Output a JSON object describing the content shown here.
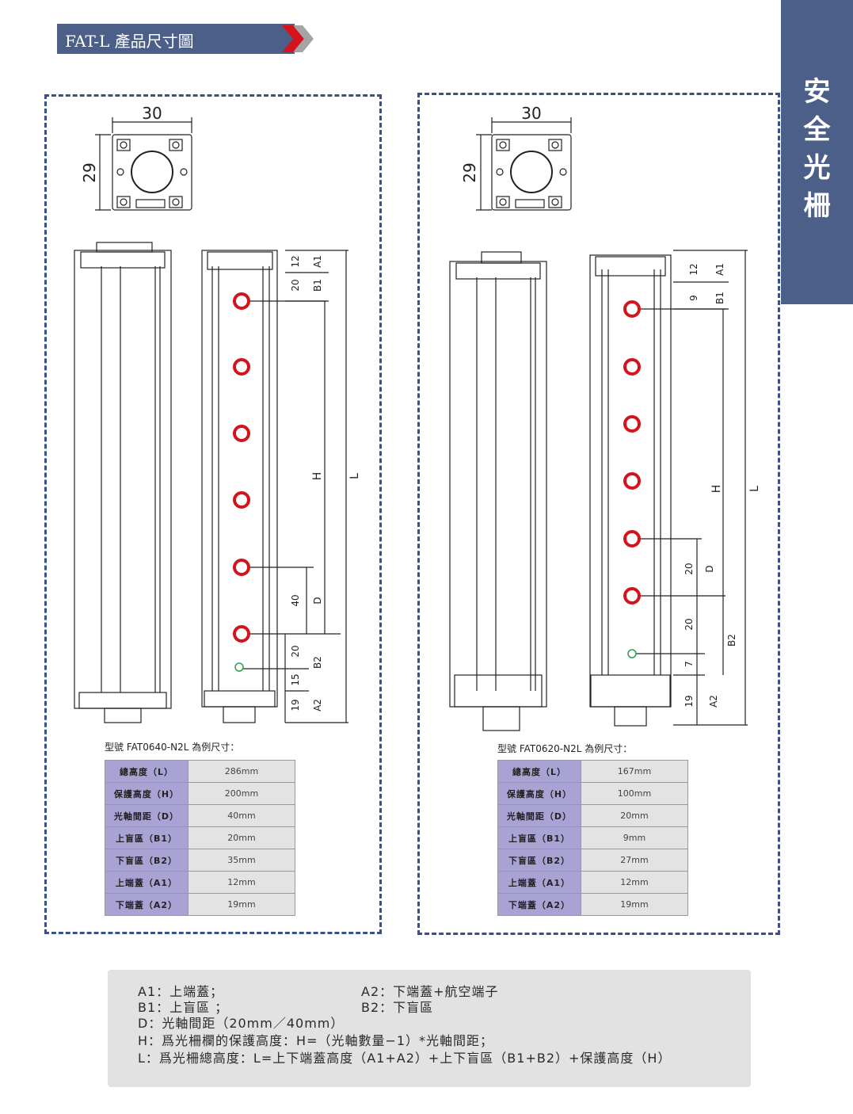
{
  "header": {
    "title": "FAT-L 產品尺寸圖"
  },
  "side_tab": {
    "chars": [
      "安",
      "全",
      "光",
      "柵"
    ]
  },
  "colors": {
    "brand_blue": "#4b5f88",
    "accent_red": "#d4141c",
    "key_cell": "#a9a3d4",
    "value_cell": "#e3e3e3",
    "emitter_red": "#d4141c",
    "sync_green": "#2e9e4a"
  },
  "left_panel": {
    "top_view": {
      "width_label": "30",
      "height_label": "29"
    },
    "dims": {
      "a1": "12",
      "b1_val": "20",
      "d_val": "40",
      "b2_val_1": "20",
      "b2_val_2": "15",
      "a2_val": "19",
      "lbl_A1": "A1",
      "lbl_B1": "B1",
      "lbl_H": "H",
      "lbl_L": "L",
      "lbl_D": "D",
      "lbl_B2": "B2",
      "lbl_A2": "A2"
    },
    "caption": "型號 FAT0640-N2L 為例尺寸：",
    "spec_rows": [
      {
        "label": "總高度（L）",
        "value": "286mm"
      },
      {
        "label": "保護高度（H）",
        "value": "200mm"
      },
      {
        "label": "光軸間距（D）",
        "value": "40mm"
      },
      {
        "label": "上盲區（B1）",
        "value": "20mm"
      },
      {
        "label": "下盲區（B2）",
        "value": "35mm"
      },
      {
        "label": "上端蓋（A1）",
        "value": "12mm"
      },
      {
        "label": "下端蓋（A2）",
        "value": "19mm"
      }
    ]
  },
  "right_panel": {
    "top_view": {
      "width_label": "30",
      "height_label": "29"
    },
    "dims": {
      "a1": "12",
      "b1_val": "9",
      "d_val": "20",
      "b2_val_1": "20",
      "b2_val_2": "7",
      "a2_val": "19",
      "lbl_A1": "A1",
      "lbl_B1": "B1",
      "lbl_H": "H",
      "lbl_L": "L",
      "lbl_D": "D",
      "lbl_B2": "B2",
      "lbl_A2": "A2"
    },
    "caption": "型號 FAT0620-N2L 為例尺寸：",
    "spec_rows": [
      {
        "label": "總高度（L）",
        "value": "167mm"
      },
      {
        "label": "保護高度（H）",
        "value": "100mm"
      },
      {
        "label": "光軸間距（D）",
        "value": "20mm"
      },
      {
        "label": "上盲區（B1）",
        "value": "9mm"
      },
      {
        "label": "下盲區（B2）",
        "value": "27mm"
      },
      {
        "label": "上端蓋（A1）",
        "value": "12mm"
      },
      {
        "label": "下端蓋（A2）",
        "value": "19mm"
      }
    ]
  },
  "notes": {
    "a1": "A1：上端蓋；",
    "a2": "A2：下端蓋+航空端子",
    "b1": "B1：上盲區 ；",
    "b2": "B2：下盲區",
    "d": "D：光軸間距（20mm／40mm）",
    "h": "H：爲光柵欄的保護高度：H=（光軸數量−1）*光軸間距；",
    "l": "L：爲光柵總高度：L=上下端蓋高度（A1+A2）+上下盲區（B1+B2）+保護高度（H）"
  }
}
